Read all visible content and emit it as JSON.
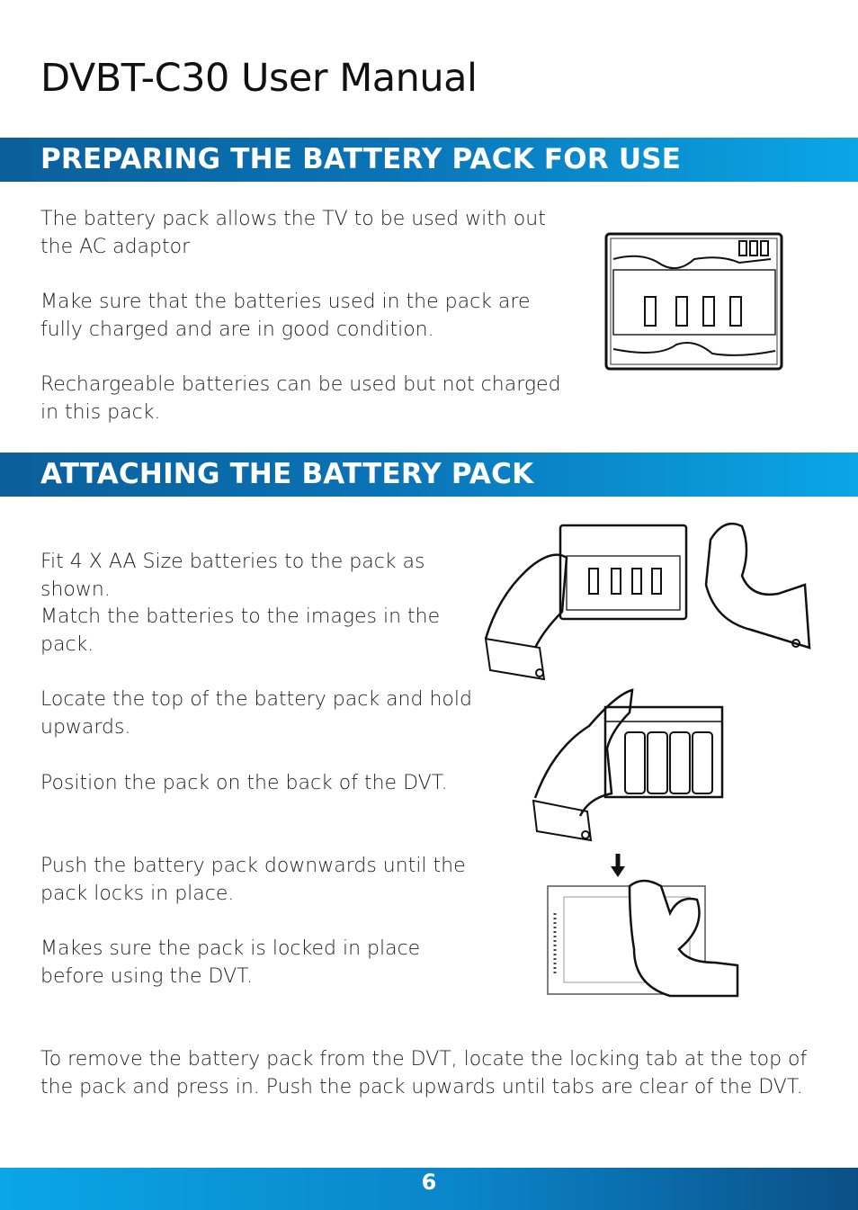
{
  "header": {
    "title": "DVBT-C30 User Manual"
  },
  "section1": {
    "heading": "PREPARING THE BATTERY PACK FOR USE",
    "p1": "The battery pack allows the TV to be used with out the AC adaptor",
    "p2": "Make sure that the batteries used in the pack are fully charged and are in good condition.",
    "p3": "Rechargeable batteries can be used but not charged in this pack."
  },
  "section2": {
    "heading": "ATTACHING THE BATTERY PACK",
    "p1": "Fit 4 X AA Size batteries to the pack as shown.",
    "p2": "Match the batteries to the images in the pack.",
    "p3": "Locate the top of the battery pack and hold upwards.",
    "p4": "Position the pack on the back of the DVT.",
    "p5": "Push the battery pack downwards until the pack locks in place.",
    "p6": "Makes sure the pack is locked in place before using the DVT.",
    "p7": "To remove the battery pack from the DVT, locate the locking tab at the top of the pack and press in. Push the pack upwards until tabs are clear of the DVT."
  },
  "footer": {
    "page_number": "6"
  },
  "colors": {
    "band_dark": "#0b5f9a",
    "band_light": "#0aa6e6"
  }
}
